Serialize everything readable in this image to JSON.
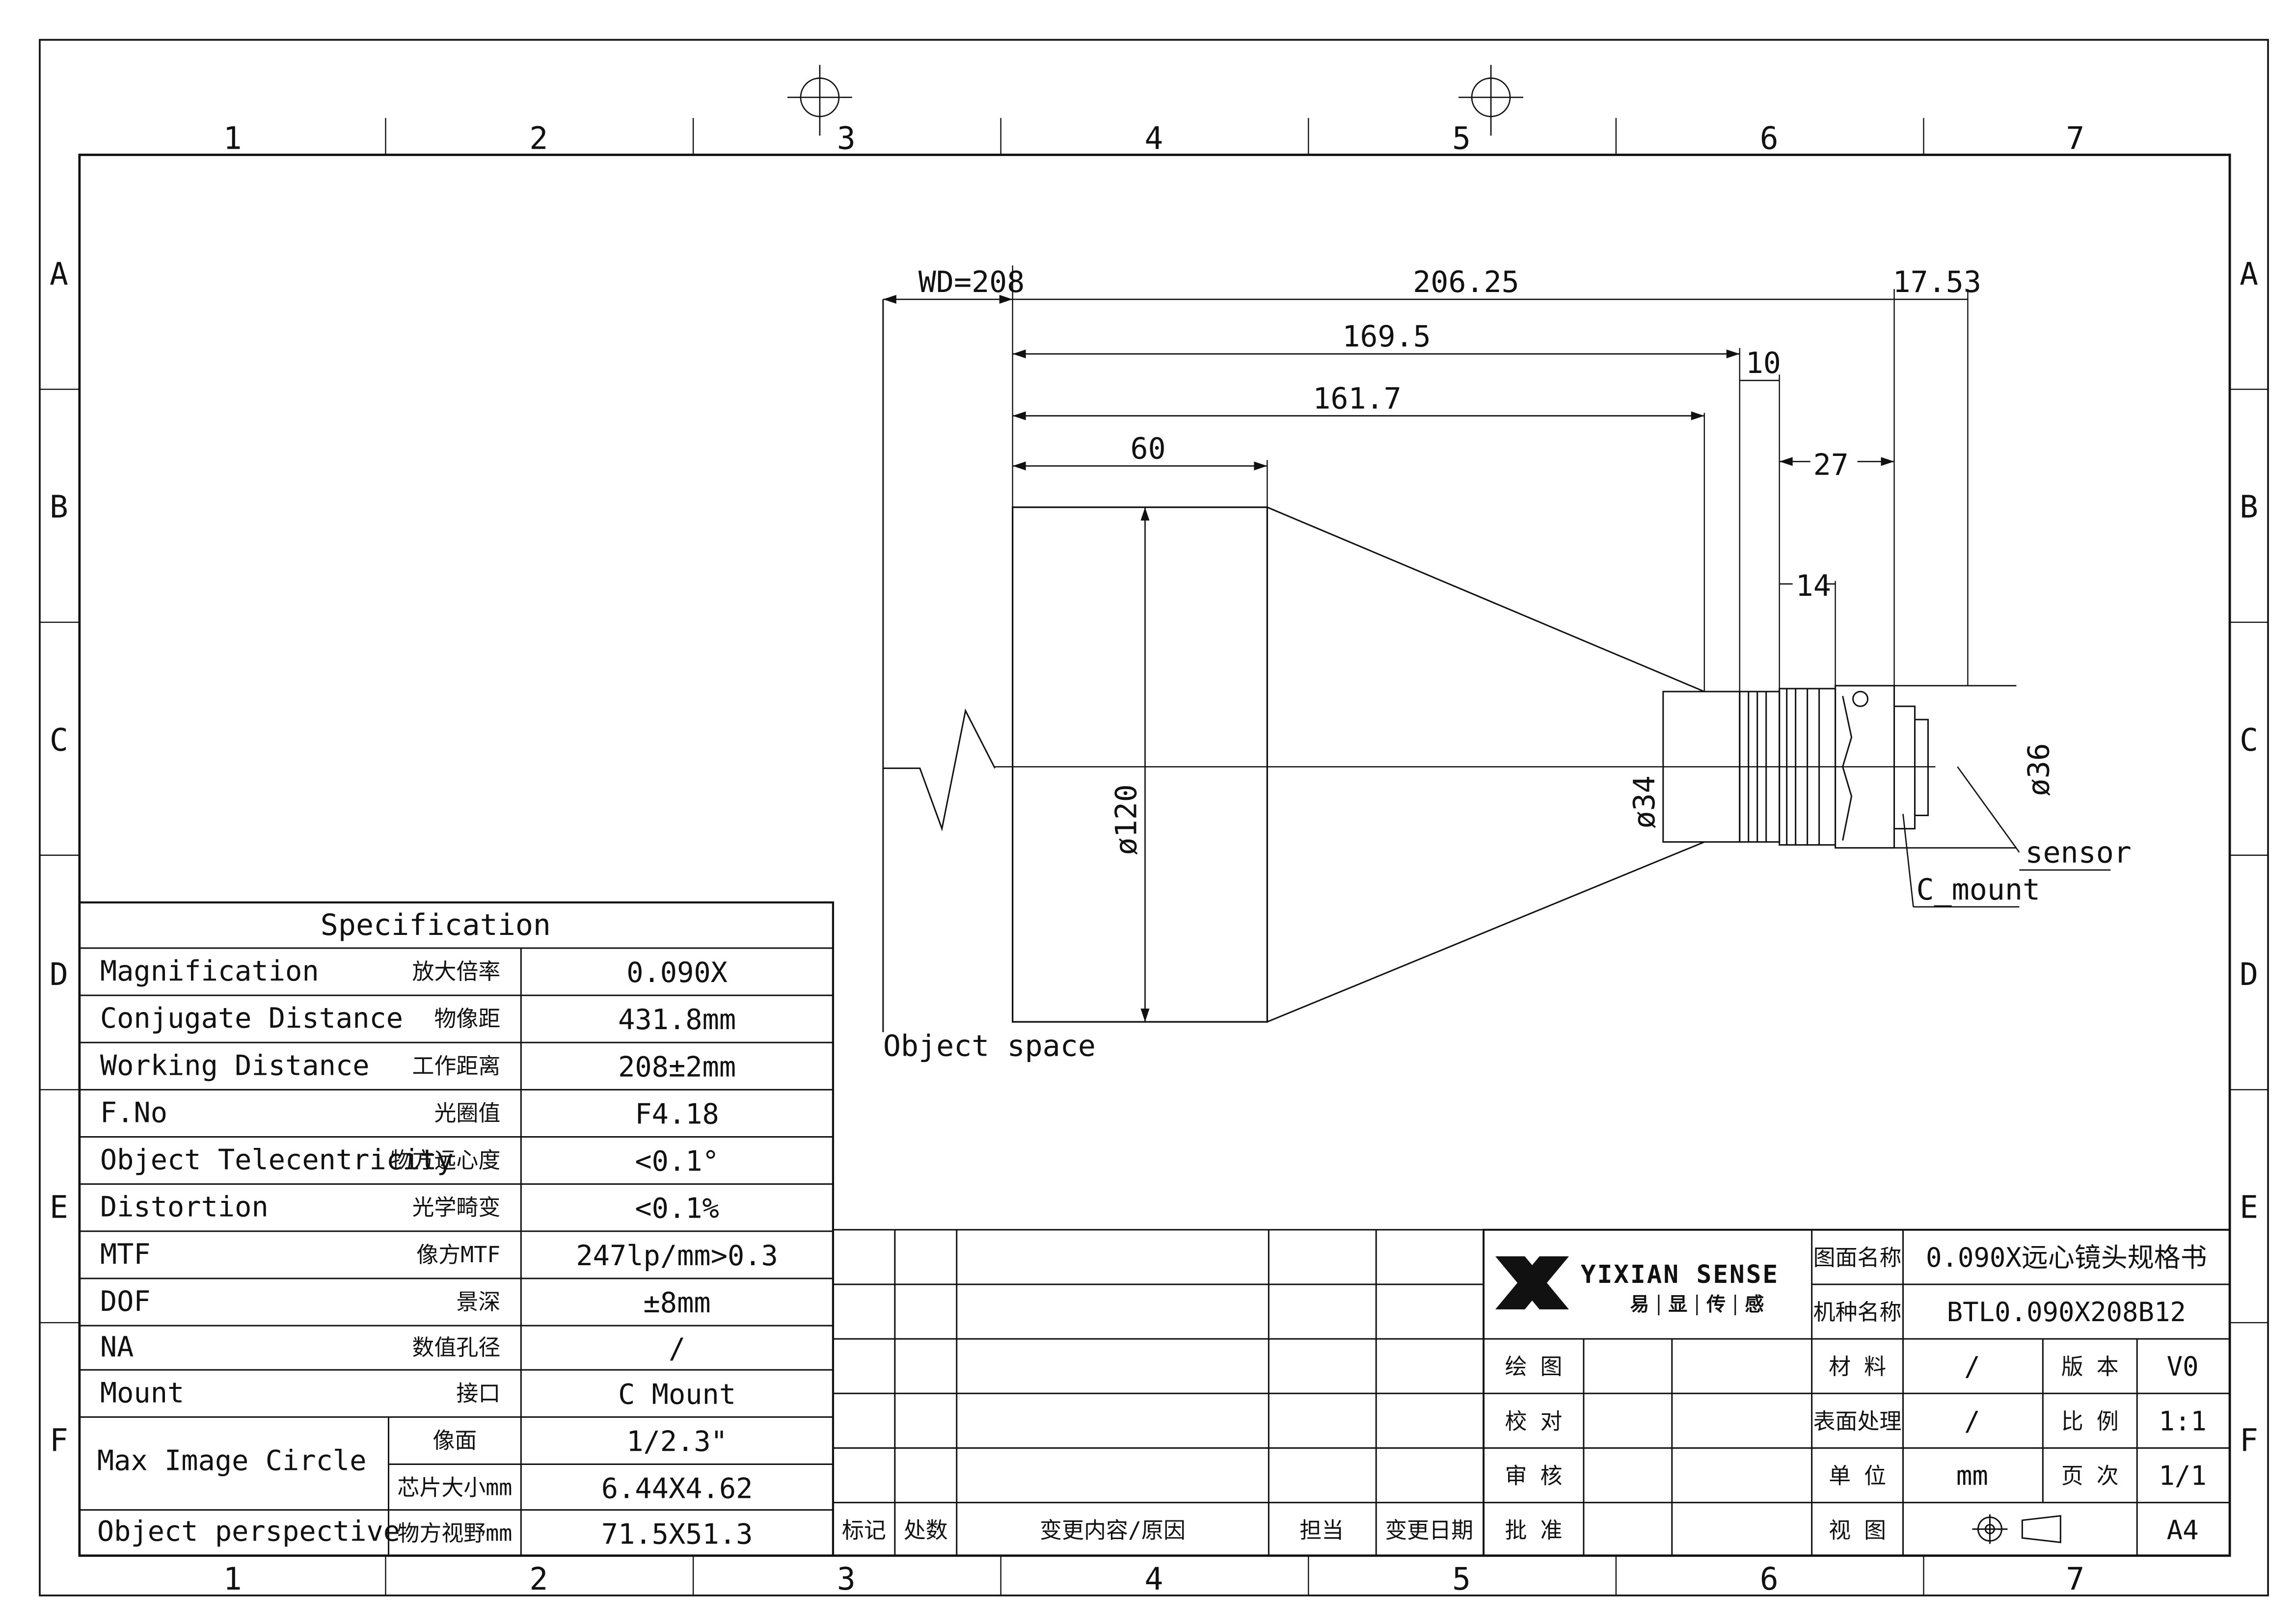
{
  "frame": {
    "columns": [
      "1",
      "2",
      "3",
      "4",
      "5",
      "6",
      "7"
    ],
    "rows": [
      "A",
      "B",
      "C",
      "D",
      "E",
      "F"
    ]
  },
  "drawing": {
    "wd_label": "WD=208",
    "dims": {
      "overall": "206.25",
      "flange": "17.53",
      "d169": "169.5",
      "d10": "10",
      "d161": "161.7",
      "d27": "27",
      "d60": "60",
      "d14": "14",
      "dia120": "ø120",
      "dia34": "ø34",
      "dia36": "ø36"
    },
    "labels": {
      "sensor": "sensor",
      "cmount": "C_mount",
      "object_space": "Object space"
    }
  },
  "spec": {
    "title": "Specification",
    "rows": [
      {
        "en": "Magnification",
        "cn": "放大倍率",
        "val": "0.090X"
      },
      {
        "en": "Conjugate Distance",
        "cn": "物像距",
        "val": "431.8mm"
      },
      {
        "en": "Working Distance",
        "cn": "工作距离",
        "val": "208±2mm"
      },
      {
        "en": "F.No",
        "cn": "光圈值",
        "val": "F4.18"
      },
      {
        "en": "Object Telecentricity",
        "cn": "物方远心度",
        "val": "<0.1°"
      },
      {
        "en": "Distortion",
        "cn": "光学畸变",
        "val": "<0.1%"
      },
      {
        "en": "MTF",
        "cn": "像方MTF",
        "val": "247lp/mm>0.3"
      },
      {
        "en": "DOF",
        "cn": "景深",
        "val": "±8mm"
      },
      {
        "en": "NA",
        "cn": "数值孔径",
        "val": "/"
      },
      {
        "en": "Mount",
        "cn": "接口",
        "val": "C Mount"
      }
    ],
    "image_circle": {
      "en": "Max Image Circle",
      "sub": [
        {
          "cn": "像面",
          "val": "1/2.3\""
        },
        {
          "cn": "芯片大小mm",
          "val": "6.44X4.62"
        }
      ]
    },
    "perspective": {
      "en": "Object perspective",
      "cn": "物方视野mm",
      "val": "71.5X51.3"
    }
  },
  "revision": {
    "headers": [
      "标记",
      "处数",
      "变更内容/原因",
      "担当",
      "变更日期"
    ]
  },
  "title_block": {
    "brand": "YIXIAN SENSE",
    "brand_cn": [
      "易",
      "显",
      "传",
      "感"
    ],
    "signoff": [
      "绘 图",
      "校 对",
      "审 核",
      "批 准"
    ],
    "drawing_name_label": "图面名称",
    "drawing_name": "0.090X远心镜头规格书",
    "model_label": "机种名称",
    "model": "BTL0.090X208B12",
    "material_label": "材 料",
    "material": "/",
    "version_label": "版 本",
    "version": "V0",
    "surface_label": "表面处理",
    "surface": "/",
    "scale_label": "比 例",
    "scale": "1:1",
    "unit_label": "单 位",
    "unit": "mm",
    "page_label": "页 次",
    "page": "1/1",
    "view_label": "视 图",
    "paper": "A4"
  }
}
